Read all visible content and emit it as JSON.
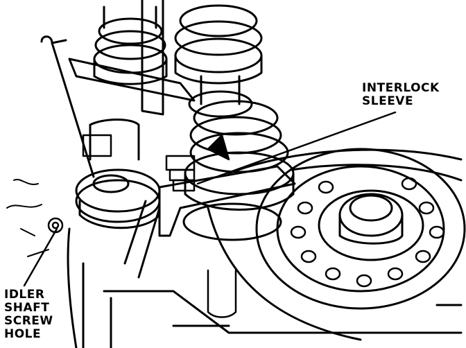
{
  "labels": {
    "interlock_sleeve": [
      "INTERLOCK",
      "SLEEVE"
    ],
    "idler_shaft_screw_hole": [
      "IDLER",
      "SHAFT",
      "SCREW",
      "HOLE"
    ]
  },
  "colors": {
    "ink": "#000000",
    "paper": "#ffffff"
  }
}
